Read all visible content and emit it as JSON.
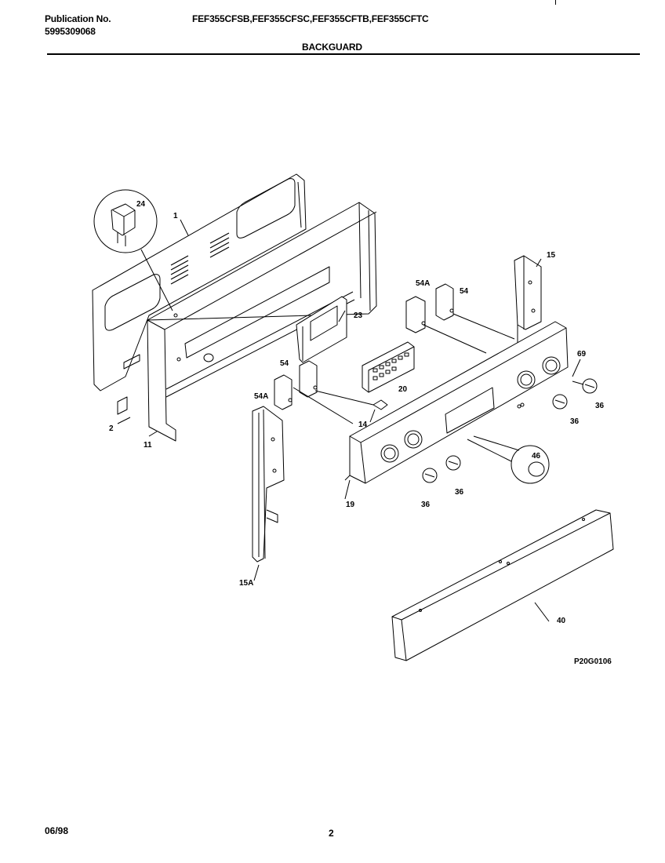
{
  "header": {
    "publication_label": "Publication No.",
    "publication_number": "5995309068",
    "models": "FEF355CFSB,FEF355CFSC,FEF355CFTB,FEF355CFTC",
    "section_title": "BACKGUARD"
  },
  "callouts": {
    "c1": "1",
    "c2": "2",
    "c11": "11",
    "c14": "14",
    "c15": "15",
    "c15a": "15A",
    "c19": "19",
    "c20": "20",
    "c23": "23",
    "c24": "24",
    "c36a": "36",
    "c36b": "36",
    "c36c": "36",
    "c36d": "36",
    "c40": "40",
    "c46": "46",
    "c54a": "54",
    "c54b": "54",
    "c54Aa": "54A",
    "c54Ab": "54A",
    "c69": "69"
  },
  "figure_code": "P20G0106",
  "footer": {
    "date": "06/98",
    "page": "2"
  }
}
